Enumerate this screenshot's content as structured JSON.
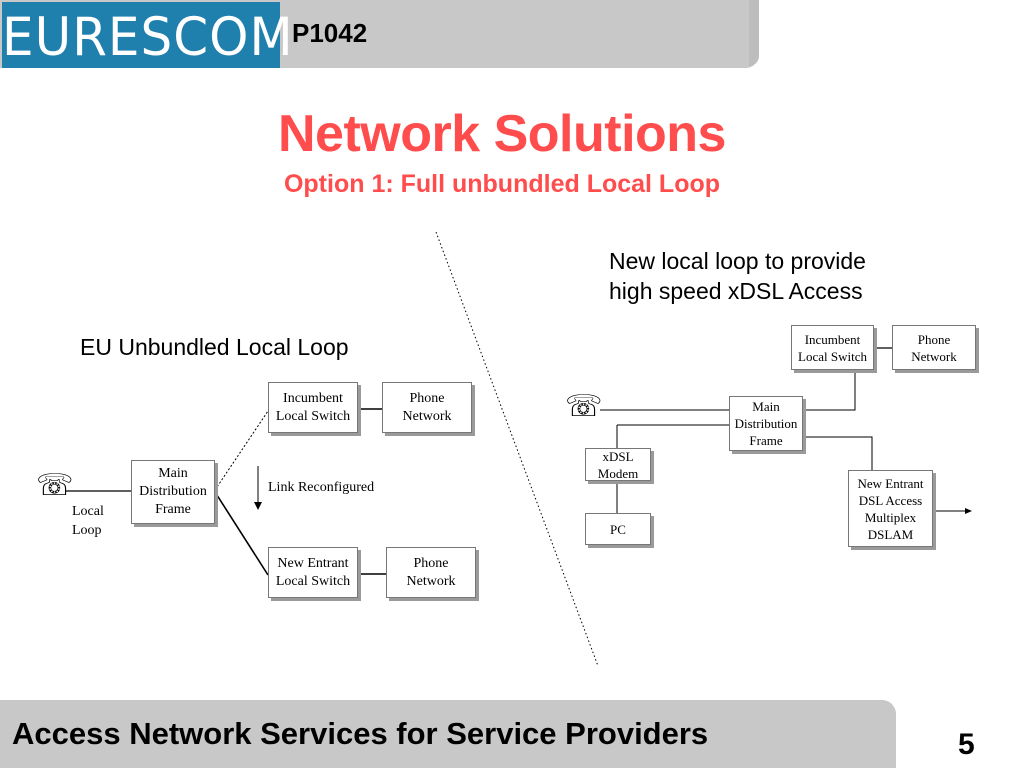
{
  "header": {
    "logo_text": "EURESCOM",
    "project_code": "P1042"
  },
  "slide": {
    "title": "Network Solutions",
    "subtitle": "Option 1: Full unbundled Local Loop"
  },
  "left_diagram": {
    "heading": "EU Unbundled Local Loop",
    "local_loop_label": "Local\nLoop",
    "link_label": "Link Reconfigured",
    "mdf": "Main\nDistribution\nFrame",
    "incumbent_switch": "Incumbent\nLocal Switch",
    "phone_network_top": "Phone\nNetwork",
    "new_entrant_switch": "New Entrant\nLocal Switch",
    "phone_network_bottom": "Phone\nNetwork",
    "phone_icon": "telephone-icon"
  },
  "right_diagram": {
    "heading_line1": "New local loop to provide",
    "heading_line2": "high speed xDSL Access",
    "incumbent_switch": "Incumbent\nLocal Switch",
    "phone_network": "Phone\nNetwork",
    "mdf": "Main\nDistribution\nFrame",
    "xdsl_modem": "xDSL\nModem",
    "pc": "PC",
    "dslam": "New Entrant\nDSL Access\nMultiplex\nDSLAM",
    "phone_icon": "telephone-icon"
  },
  "footer": {
    "text": "Access Network Services for Service Providers",
    "page_number": "5"
  },
  "colors": {
    "title": "#ff4c4c",
    "logo_bg": "#1f7fad",
    "bar_bg": "#c8c8c8"
  }
}
